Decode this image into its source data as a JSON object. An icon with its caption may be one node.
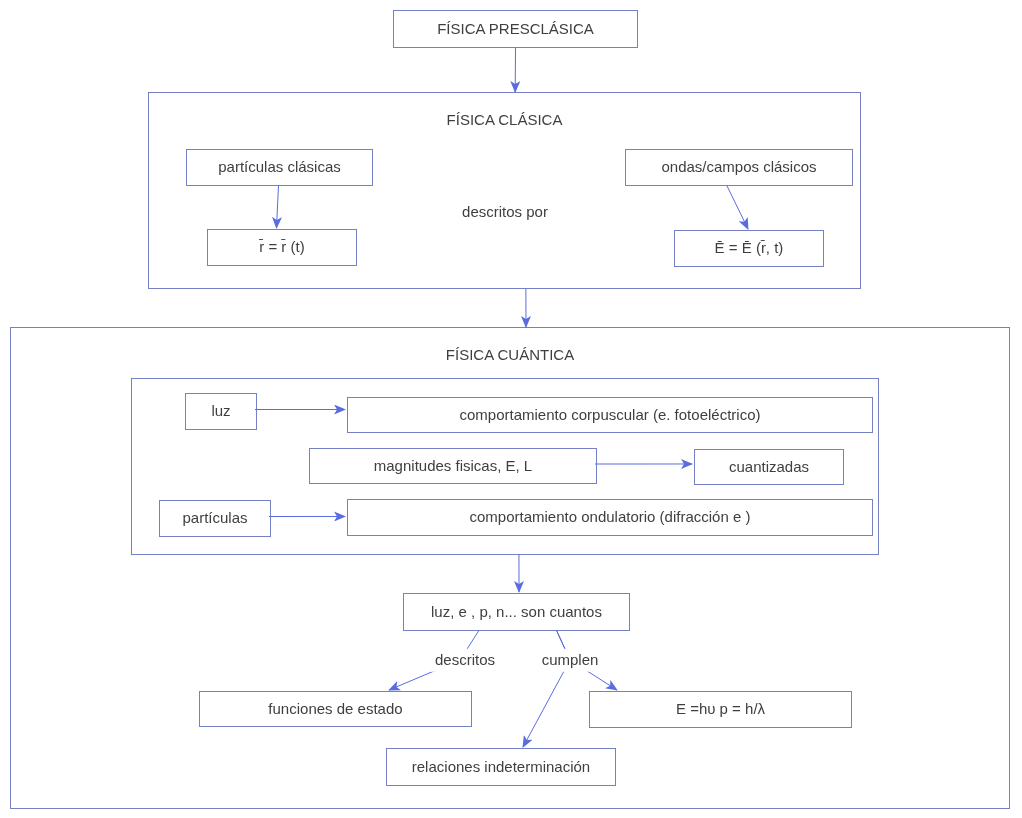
{
  "diagram": {
    "nodes": [
      {
        "text": [
          "FÍSICA PRESCLÁSICA"
        ]
      },
      {
        "text": [
          "FÍSICA CLÁSICA",
          "descritos por"
        ]
      },
      {
        "text": [
          "partículas clásicas"
        ],
        "in": 1
      },
      {
        "text": [
          "r̄ = r̄ (t)"
        ],
        "in": 1
      },
      {
        "text": [
          "ondas/campos clásicos"
        ],
        "in": 1
      },
      {
        "text": [
          "Ē = Ē (r̄, t)"
        ],
        "in": 1
      },
      {
        "text": [
          "FÍSICA CUÁNTICA"
        ]
      },
      {
        "text": [],
        "shape": "box",
        "in": 6
      },
      {
        "text": [
          "luz"
        ],
        "in": 7
      },
      {
        "text": [
          "comportamiento corpuscular (e. fotoeléctrico)"
        ],
        "in": 7
      },
      {
        "text": [
          "magnitudes fisicas, E, L"
        ],
        "in": 7
      },
      {
        "text": [
          "cuantizadas"
        ],
        "in": 7
      },
      {
        "text": [
          "partículas"
        ],
        "in": 7
      },
      {
        "text": [
          "comportamiento ondulatorio (difracción e )"
        ],
        "in": 7
      },
      {
        "text": [
          "luz, e , p, n... son cuantos"
        ],
        "in": 6
      },
      {
        "text": [
          "funciones de estado"
        ],
        "in": 6
      },
      {
        "text": [
          "E =hυ  p = h/λ"
        ],
        "in": 6
      },
      {
        "text": [
          "relaciones indeterminación"
        ],
        "in": 6
      }
    ],
    "edges": [
      {
        "from": 0,
        "to": 1,
        "arrow": "to"
      },
      {
        "from": 2,
        "to": 3,
        "arrow": "to"
      },
      {
        "from": 4,
        "to": 5,
        "arrow": "to"
      },
      {
        "from": 1,
        "to": 6,
        "arrow": "to"
      },
      {
        "from": 8,
        "to": 9,
        "arrow": "to"
      },
      {
        "from": 10,
        "to": 11,
        "arrow": "to"
      },
      {
        "from": 12,
        "to": 13,
        "arrow": "to"
      },
      {
        "from": 7,
        "to": 14,
        "arrow": "to"
      },
      {
        "from": 14,
        "to": 15,
        "arrow": "to",
        "label": "descritos"
      },
      {
        "from": 14,
        "to": 16,
        "arrow": "to",
        "label": "cumplen"
      },
      {
        "from": 14,
        "to": 17,
        "arrow": "to"
      }
    ]
  }
}
